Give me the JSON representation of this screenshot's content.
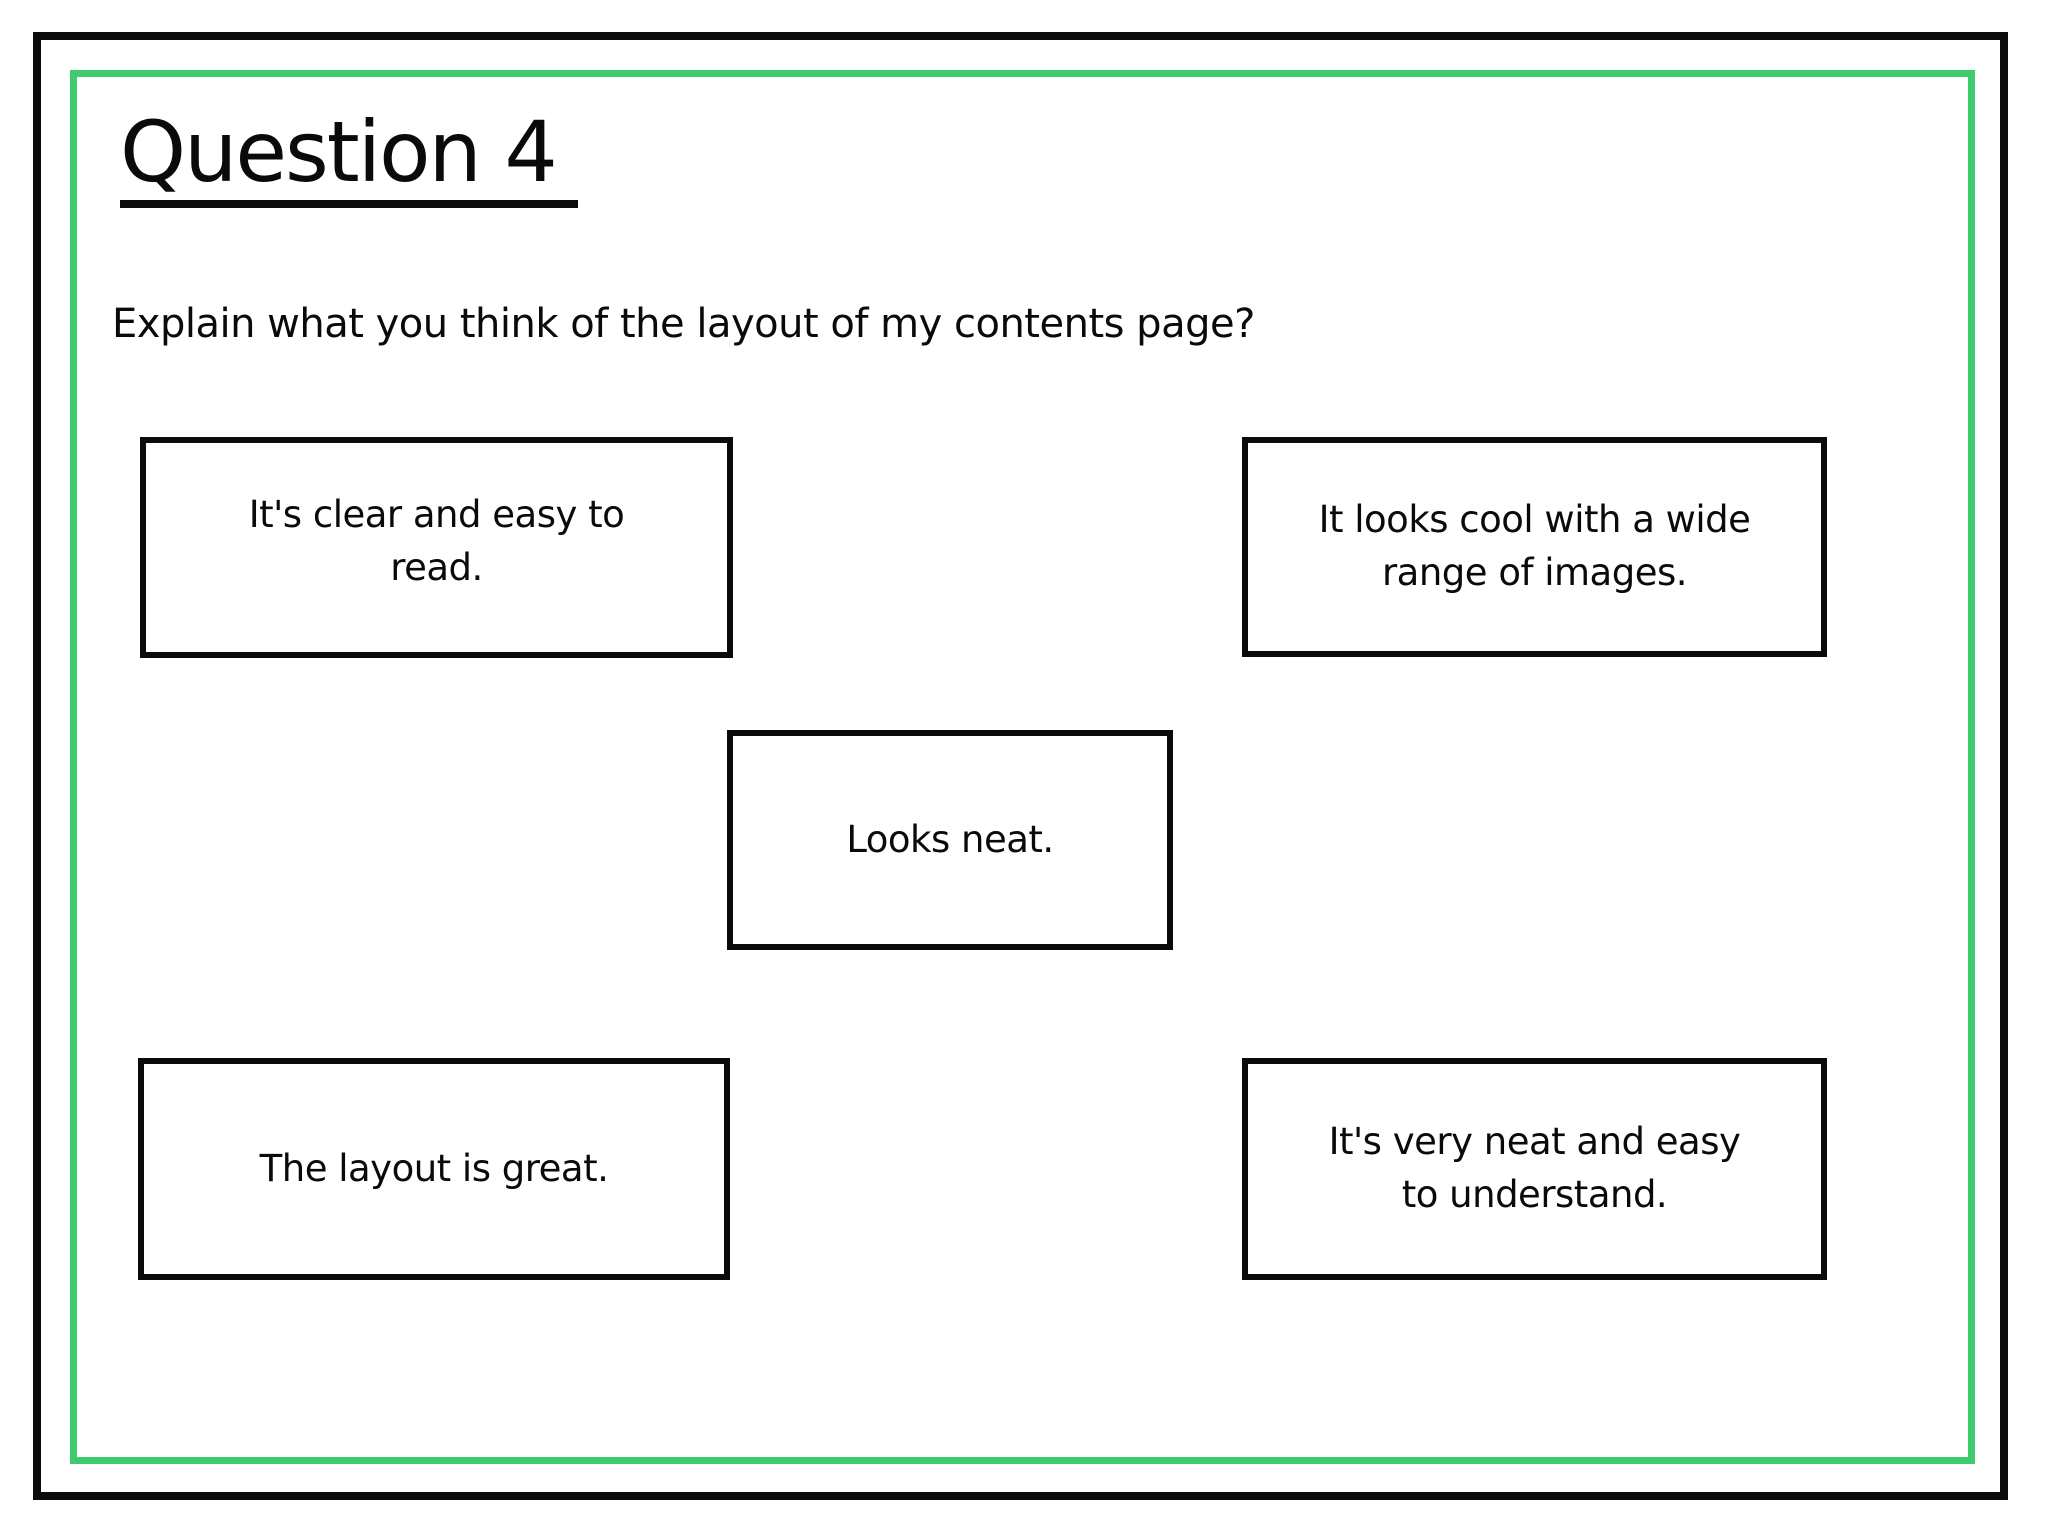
{
  "page": {
    "title": "Question 4",
    "question": "Explain what you think of the layout of my contents page?"
  },
  "answers": [
    {
      "text": "It's clear and easy to\nread."
    },
    {
      "text": "It looks cool with a wide\nrange of images."
    },
    {
      "text": "Looks neat."
    },
    {
      "text": "The layout is great."
    },
    {
      "text": "It's very neat and easy\nto understand."
    }
  ],
  "colors": {
    "outer_frame": "#0b0b0b",
    "inner_frame": "#3ecb6e",
    "text": "#0a0a0a",
    "background": "#ffffff"
  }
}
